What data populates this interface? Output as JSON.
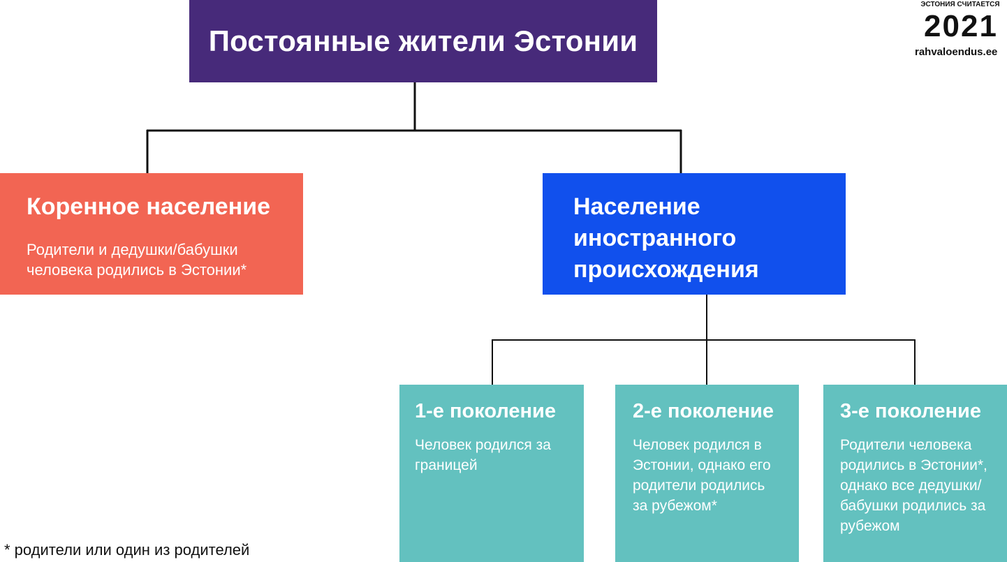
{
  "colors": {
    "root": "#472a7a",
    "native": "#f26553",
    "foreign": "#1150ed",
    "generation": "#63c1bf",
    "connector": "#111111"
  },
  "root": {
    "title": "Постоянные жители Эстонии"
  },
  "native": {
    "title": "Коренное население",
    "description": "Родители и дедушки/бабушки человека родились в Эстонии*"
  },
  "foreign": {
    "title_lines": [
      "Население",
      "иностранного",
      "происхождения"
    ]
  },
  "generations": [
    {
      "title": "1-е поколение",
      "description": "Человек родился за границей"
    },
    {
      "title": "2-е поколение",
      "description": "Человек родился в Эстонии, однако его родители родились за рубежом*"
    },
    {
      "title": "3-е поколение",
      "description": "Родители человека родились в Эстонии*, однако все дедушки/ бабушки родились за рубежом"
    }
  ],
  "footnote": "* родители или один из родителей",
  "logo": {
    "top_text": "ЭСТОНИЯ СЧИТАЕТСЯ",
    "year": "2021",
    "url": "rahvaloendus.ee"
  }
}
